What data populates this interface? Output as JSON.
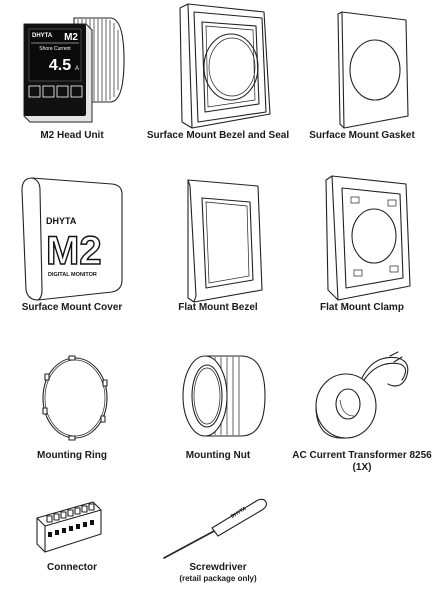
{
  "items": [
    {
      "label": "M2 Head Unit",
      "icon": "m2-head-unit-icon",
      "screen": {
        "brand": "DHYTA",
        "model": "M2",
        "title": "Shore Current",
        "value": "4.5",
        "unit": "A"
      }
    },
    {
      "label": "Surface Mount Bezel and Seal",
      "icon": "surface-mount-bezel-icon"
    },
    {
      "label": "Surface Mount Gasket",
      "icon": "surface-mount-gasket-icon"
    },
    {
      "label": "Surface Mount Cover",
      "icon": "surface-mount-cover-icon",
      "cover": {
        "brand": "DHYTA",
        "model": "M2",
        "caption": "DIGITAL MONITOR"
      }
    },
    {
      "label": "Flat Mount Bezel",
      "icon": "flat-mount-bezel-icon"
    },
    {
      "label": "Flat Mount Clamp",
      "icon": "flat-mount-clamp-icon"
    },
    {
      "label": "Mounting Ring",
      "icon": "mounting-ring-icon"
    },
    {
      "label": "Mounting Nut",
      "icon": "mounting-nut-icon"
    },
    {
      "label": "AC Current Transformer 8256 (1X)",
      "icon": "current-transformer-icon"
    },
    {
      "label": "Connector",
      "icon": "connector-icon"
    },
    {
      "label": "Screwdriver",
      "sublabel": "(retail package only)",
      "icon": "screwdriver-icon",
      "handle_text": "DHYTA"
    }
  ]
}
